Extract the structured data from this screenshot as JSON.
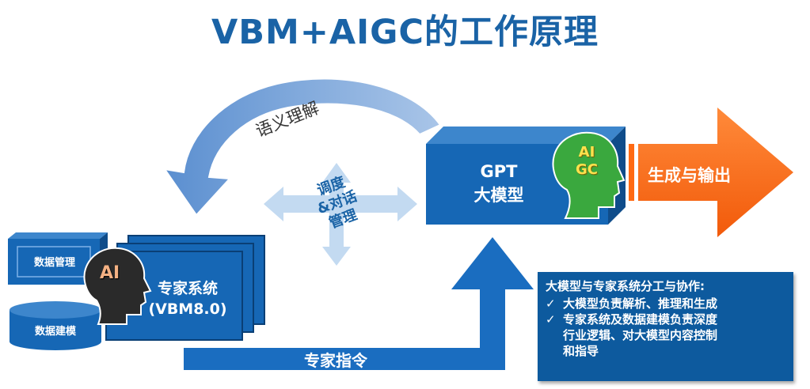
{
  "title": "VBM+AIGC的工作原理",
  "labels": {
    "semantic": "语义理解",
    "dispatch": [
      "调度",
      "&对话",
      "管理"
    ],
    "gpt": [
      "GPT",
      "大模型"
    ],
    "output": "生成与输出",
    "expert_system": [
      "专家系统",
      "(VBM8.0)"
    ],
    "data_management": "数据管理",
    "data_modeling": "数据建模",
    "expert_instruction": "专家指令",
    "ai_badge": "AI",
    "aigc_badge": [
      "AI",
      "GC"
    ]
  },
  "info_box": {
    "title": "大模型与专家系统分工与协作:",
    "items": [
      [
        "大模型负责解析、推理和生成"
      ],
      [
        "专家系统及数据建模负责深度",
        "行业逻辑、对大模型内容控制",
        "和指导"
      ]
    ],
    "check_glyph": "✓"
  },
  "colors": {
    "title": "#1a63a6",
    "box_front": "#1667b5",
    "box_side": "#0f4c8a",
    "box_top": "#3d86cc",
    "output_arrow": "#ff6a13",
    "light_arrow": "#bcd6f0",
    "curved_arrow": "#6a98d2",
    "aigc_head": "#3aa83e",
    "ai_head": "#2a2a2a"
  }
}
